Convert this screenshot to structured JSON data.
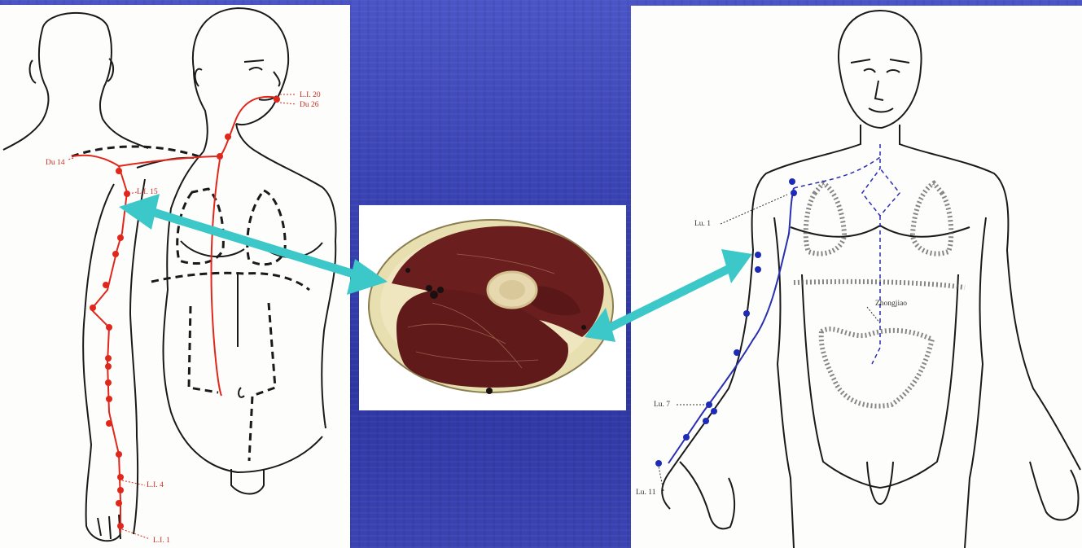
{
  "colors": {
    "background": "#3a43b3",
    "large_intestine_meridian": "#e0271c",
    "lung_meridian": "#2a2fb0",
    "connector_arrow": "#3cc8c8",
    "muscle_tissue": "#6b1e1e"
  },
  "left_figure": {
    "labels": {
      "li20": "L.I. 20",
      "du26": "Du 26",
      "du14": "Du 14",
      "li15": "L.I. 15",
      "li4": "L.I. 4",
      "li1": "L.I. 1"
    }
  },
  "right_figure": {
    "labels": {
      "lu1": "Lu. 1",
      "zhongjiao": "Zhongjiao",
      "lu7": "Lu. 7",
      "lu11": "Lu. 11"
    }
  }
}
